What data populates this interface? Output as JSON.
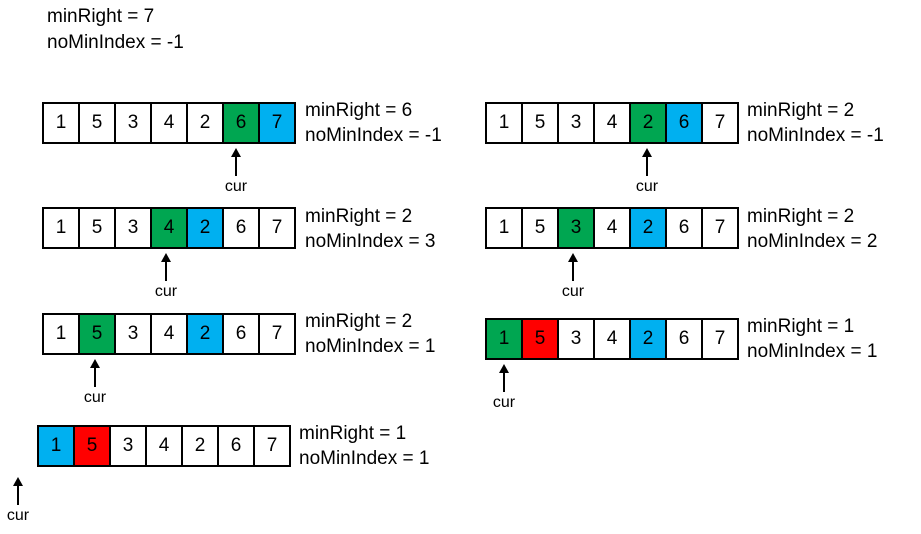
{
  "header": {
    "min_right": "minRight = 7",
    "no_min_index": "noMinIndex = -1"
  },
  "colors": {
    "green": "#00a651",
    "blue": "#00b0f0",
    "red": "#ff0000"
  },
  "pointer_label": "cur",
  "panels": [
    {
      "cells": [
        {
          "v": "1",
          "c": ""
        },
        {
          "v": "5",
          "c": ""
        },
        {
          "v": "3",
          "c": ""
        },
        {
          "v": "4",
          "c": ""
        },
        {
          "v": "2",
          "c": ""
        },
        {
          "v": "6",
          "c": "green"
        },
        {
          "v": "7",
          "c": "blue"
        }
      ],
      "cur_index": 5,
      "min_right": "minRight = 6",
      "no_min_index": "noMinIndex = -1"
    },
    {
      "cells": [
        {
          "v": "1",
          "c": ""
        },
        {
          "v": "5",
          "c": ""
        },
        {
          "v": "3",
          "c": ""
        },
        {
          "v": "4",
          "c": ""
        },
        {
          "v": "2",
          "c": "green"
        },
        {
          "v": "6",
          "c": "blue"
        },
        {
          "v": "7",
          "c": ""
        }
      ],
      "cur_index": 4,
      "min_right": "minRight = 2",
      "no_min_index": "noMinIndex = -1"
    },
    {
      "cells": [
        {
          "v": "1",
          "c": ""
        },
        {
          "v": "5",
          "c": ""
        },
        {
          "v": "3",
          "c": ""
        },
        {
          "v": "4",
          "c": "green"
        },
        {
          "v": "2",
          "c": "blue"
        },
        {
          "v": "6",
          "c": ""
        },
        {
          "v": "7",
          "c": ""
        }
      ],
      "cur_index": 3,
      "min_right": "minRight = 2",
      "no_min_index": "noMinIndex = 3"
    },
    {
      "cells": [
        {
          "v": "1",
          "c": ""
        },
        {
          "v": "5",
          "c": ""
        },
        {
          "v": "3",
          "c": "green"
        },
        {
          "v": "4",
          "c": ""
        },
        {
          "v": "2",
          "c": "blue"
        },
        {
          "v": "6",
          "c": ""
        },
        {
          "v": "7",
          "c": ""
        }
      ],
      "cur_index": 2,
      "min_right": "minRight = 2",
      "no_min_index": "noMinIndex = 2"
    },
    {
      "cells": [
        {
          "v": "1",
          "c": ""
        },
        {
          "v": "5",
          "c": "green"
        },
        {
          "v": "3",
          "c": ""
        },
        {
          "v": "4",
          "c": ""
        },
        {
          "v": "2",
          "c": "blue"
        },
        {
          "v": "6",
          "c": ""
        },
        {
          "v": "7",
          "c": ""
        }
      ],
      "cur_index": 1,
      "min_right": "minRight = 2",
      "no_min_index": "noMinIndex = 1"
    },
    {
      "cells": [
        {
          "v": "1",
          "c": "green"
        },
        {
          "v": "5",
          "c": "red"
        },
        {
          "v": "3",
          "c": ""
        },
        {
          "v": "4",
          "c": ""
        },
        {
          "v": "2",
          "c": "blue"
        },
        {
          "v": "6",
          "c": ""
        },
        {
          "v": "7",
          "c": ""
        }
      ],
      "cur_index": 0,
      "min_right": "minRight = 1",
      "no_min_index": "noMinIndex = 1"
    },
    {
      "cells": [
        {
          "v": "1",
          "c": "blue"
        },
        {
          "v": "5",
          "c": "red"
        },
        {
          "v": "3",
          "c": ""
        },
        {
          "v": "4",
          "c": ""
        },
        {
          "v": "2",
          "c": ""
        },
        {
          "v": "6",
          "c": ""
        },
        {
          "v": "7",
          "c": ""
        }
      ],
      "cur_index": -1,
      "min_right": "minRight = 1",
      "no_min_index": "noMinIndex = 1"
    }
  ]
}
